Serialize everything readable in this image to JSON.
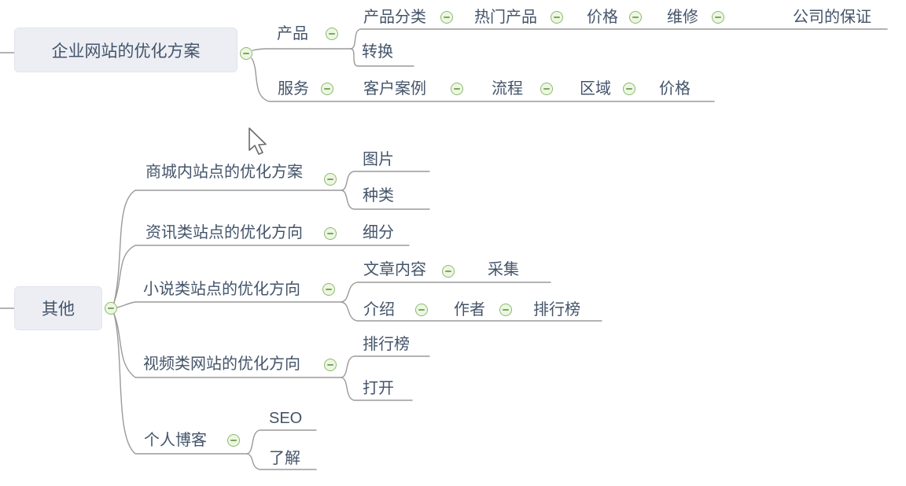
{
  "app": {
    "view": "mindmap-canvas"
  },
  "colors": {
    "background": "#ffffff",
    "root_topic_fill": "#eceef4",
    "topic_text": "#44546a",
    "connector_line": "#9a9a9a",
    "collapse_icon_border": "#8cba6c",
    "collapse_icon_fill": "#edf6e3"
  },
  "icons": {
    "collapse": "minus-circle",
    "cursor": "arrow-pointer"
  },
  "maps": {
    "top": {
      "root": "企业网站的优化方案",
      "branches": [
        {
          "label": "产品",
          "rows": [
            {
              "nodes": [
                "产品分类",
                "热门产品",
                "价格",
                "维修",
                "公司的保证"
              ]
            },
            {
              "nodes": [
                "转换"
              ]
            }
          ]
        },
        {
          "label": "服务",
          "rows": [
            {
              "nodes": [
                "客户案例",
                "流程",
                "区域",
                "价格"
              ]
            }
          ]
        }
      ]
    },
    "bottom": {
      "root": "其他",
      "branches": [
        {
          "label": "商城内站点的优化方案",
          "rows": [
            {
              "nodes": [
                "图片"
              ]
            },
            {
              "nodes": [
                "种类"
              ]
            }
          ]
        },
        {
          "label": "资讯类站点的优化方向",
          "rows": [
            {
              "nodes": [
                "细分"
              ]
            }
          ]
        },
        {
          "label": "小说类站点的优化方向",
          "rows": [
            {
              "nodes": [
                "文章内容",
                "采集"
              ]
            },
            {
              "nodes": [
                "介绍",
                "作者",
                "排行榜"
              ]
            }
          ]
        },
        {
          "label": "视频类网站的优化方向",
          "rows": [
            {
              "nodes": [
                "排行榜"
              ]
            },
            {
              "nodes": [
                "打开"
              ]
            }
          ]
        },
        {
          "label": "个人博客",
          "rows": [
            {
              "nodes": [
                "SEO"
              ]
            },
            {
              "nodes": [
                "了解"
              ]
            }
          ]
        }
      ]
    }
  }
}
